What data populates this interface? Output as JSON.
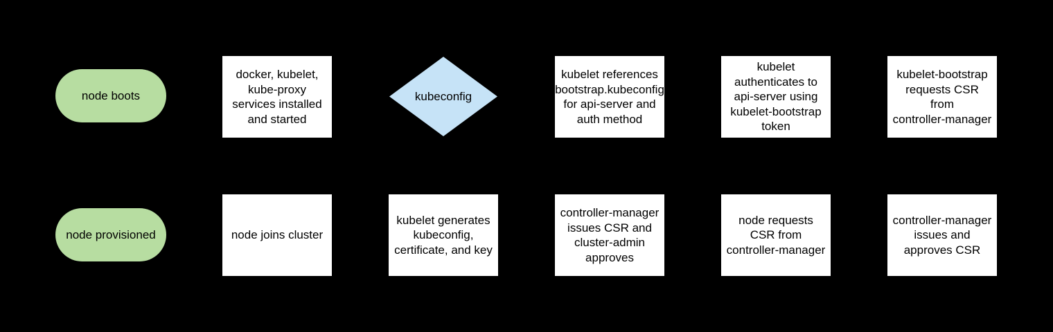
{
  "colors": {
    "canvas-bg": "#000000",
    "terminator-fill": "#b7dda1",
    "process-fill": "#ffffff",
    "decision-fill": "#c6e3f7",
    "text": "#000000"
  },
  "nodes": {
    "node_boots": {
      "shape": "terminator",
      "label": "node boots"
    },
    "docker_services": {
      "shape": "process",
      "label": "docker, kubelet,\nkube-proxy\nservices installed\nand started"
    },
    "kubeconfig_decision": {
      "shape": "decision",
      "label": "kubeconfig"
    },
    "kubelet_references": {
      "shape": "process",
      "label": "kubelet references\nbootstrap.kubeconfig\nfor api-server and\nauth method"
    },
    "kubelet_authenticates": {
      "shape": "process",
      "label": "kubelet\nauthenticates to\napi-server using\nkubelet-bootstrap\ntoken"
    },
    "kubelet_bootstrap_requests": {
      "shape": "process",
      "label": "kubelet-bootstrap\nrequests CSR\nfrom\ncontroller-manager"
    },
    "node_provisioned": {
      "shape": "terminator",
      "label": "node provisioned"
    },
    "node_joins_cluster": {
      "shape": "process",
      "label": "node joins cluster"
    },
    "kubelet_generates": {
      "shape": "process",
      "label": "kubelet generates\nkubeconfig,\ncertificate, and key"
    },
    "cm_issues_admin_approves": {
      "shape": "process",
      "label": "controller-manager\nissues CSR and\ncluster-admin\napproves"
    },
    "node_requests_csr": {
      "shape": "process",
      "label": "node requests\nCSR from\ncontroller-manager"
    },
    "cm_issues_approves": {
      "shape": "process",
      "label": "controller-manager\nissues and\napproves CSR"
    }
  }
}
